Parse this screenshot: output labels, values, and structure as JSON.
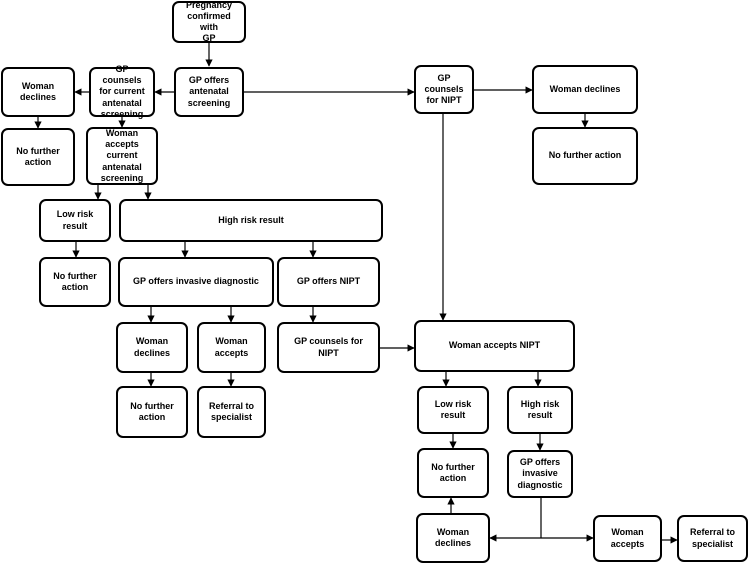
{
  "diagram": {
    "nodes": {
      "pregnancy_confirmed": "Pregnancy\nconfirmed with\nGP",
      "woman_declines_1": "Woman\ndeclines",
      "gp_counsels_current": "GP counsels\nfor current\nantenatal\nscreening",
      "gp_offers_antenatal": "GP offers\nantenatal\nscreening",
      "gp_counsels_nipt_top": "GP counsels\nfor NIPT",
      "woman_declines_top_right": "Woman declines",
      "no_further_action_1": "No further\naction",
      "woman_accepts_current": "Woman\naccepts\ncurrent\nantenatal\nscreening",
      "no_further_action_top_right": "No further action",
      "low_risk_result_1": "Low risk\nresult",
      "high_risk_result_1": "High risk result",
      "no_further_action_2": "No further\naction",
      "gp_offers_invasive_1": "GP offers invasive  diagnostic",
      "gp_offers_nipt": "GP offers NIPT",
      "woman_declines_2": "Woman\ndeclines",
      "woman_accepts_2": "Woman\naccepts",
      "gp_counsels_nipt_mid": "GP counsels  for NIPT",
      "woman_accepts_nipt": "Woman accepts NIPT",
      "no_further_action_3": "No further\naction",
      "referral_1": "Referral to\nspecialist",
      "low_risk_result_2": "Low risk\nresult",
      "high_risk_result_2": "High risk\nresult",
      "no_further_action_4": "No further\naction",
      "gp_offers_invasive_2": "GP offers\ninvasive\ndiagnostic",
      "woman_declines_3": "Woman\ndeclines",
      "woman_accepts_3": "Woman\naccepts",
      "referral_2": "Referral to\nspecialist"
    },
    "colors": {
      "stroke": "#000000",
      "fill": "#ffffff",
      "text": "#000000"
    }
  }
}
